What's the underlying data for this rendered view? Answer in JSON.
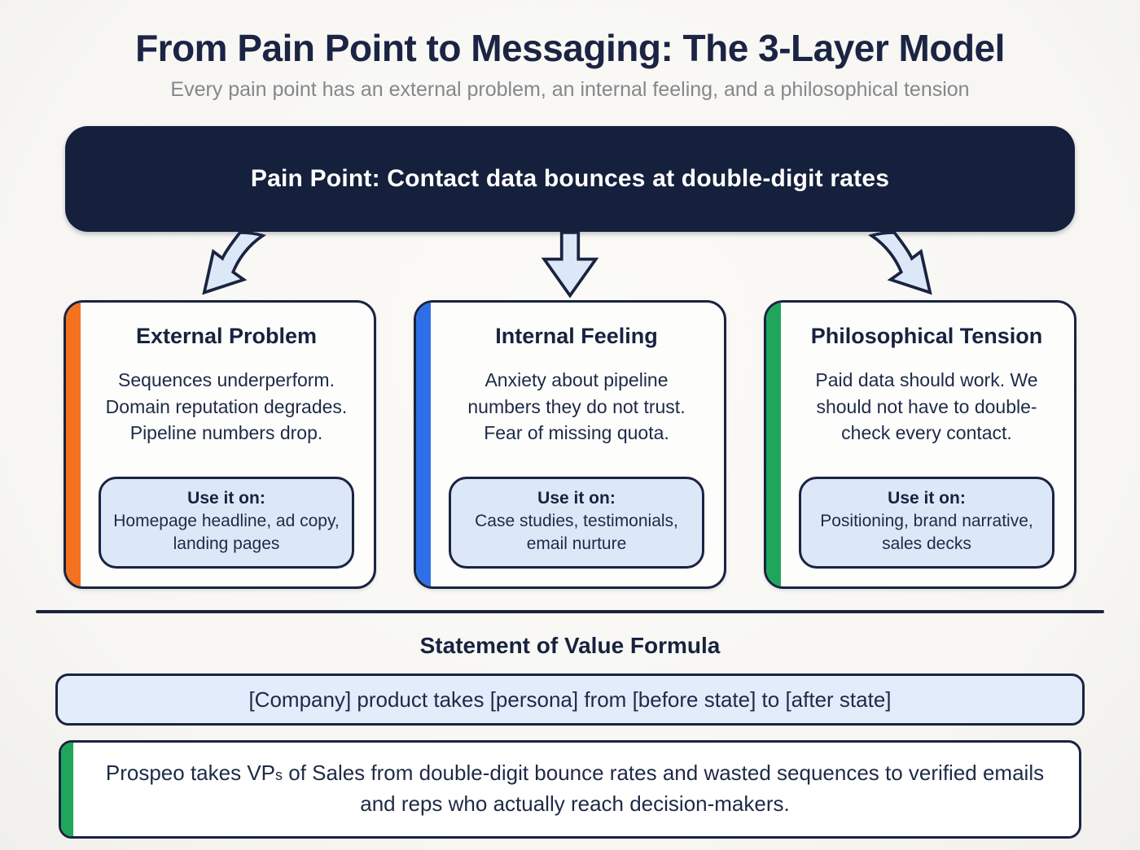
{
  "page": {
    "title": "From Pain Point to Messaging: The 3-Layer Model",
    "subtitle": "Every pain point has an external problem, an internal feeling, and a philosophical tension"
  },
  "pain_point_banner": {
    "label": "Pain Point: Contact data bounces at double-digit rates"
  },
  "layers": [
    {
      "title": "External Problem",
      "body": "Sequences underperform. Domain reputation degrades. Pipeline numbers drop.",
      "use_it_on_label": "Use it on:",
      "use_it_on": "Homepage headline, ad copy, landing pages",
      "accent_color": "#f4711f"
    },
    {
      "title": "Internal Feeling",
      "body": "Anxiety about pipeline numbers they do not trust. Fear of missing quota.",
      "use_it_on_label": "Use it on:",
      "use_it_on": "Case studies, testimonials, email nurture",
      "accent_color": "#2e6fe8"
    },
    {
      "title": "Philosophical Tension",
      "body": "Paid data should work. We should not have to double-check every contact.",
      "use_it_on_label": "Use it on:",
      "use_it_on": "Positioning, brand narrative, sales decks",
      "accent_color": "#1fa65c"
    }
  ],
  "statement_section": {
    "heading": "Statement of Value Formula",
    "formula": "[Company] product takes [persona] from [before state] to [after state]",
    "example": {
      "prefix": "Prospeo takes VP",
      "subscript": "s",
      "suffix": " of Sales from double-digit bounce rates and wasted sequences to verified emails and reps who actually reach decision-makers."
    },
    "example_accent_color": "#1fa65c"
  },
  "colors": {
    "banner_bg": "#15203c",
    "border_navy": "#1a2340",
    "light_blue_fill": "#dce8f8",
    "formula_fill": "#e2ecfb",
    "orange_accent": "#f4711f",
    "blue_accent": "#2e6fe8",
    "green_accent": "#1fa65c"
  }
}
